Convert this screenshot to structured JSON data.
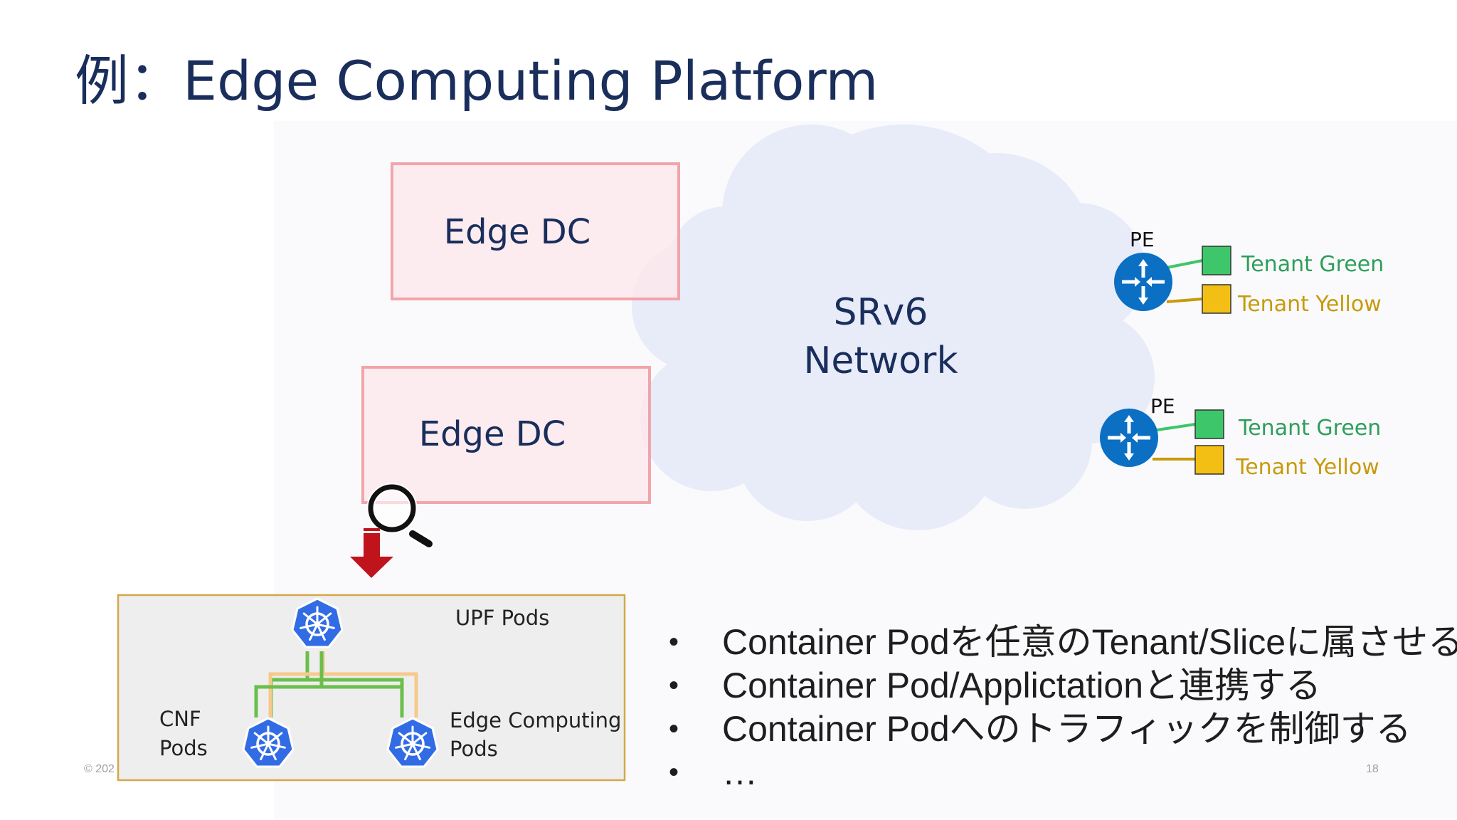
{
  "slide": {
    "title": "例：Edge Computing Platform",
    "footer_copyright": "© 202",
    "page_number": "18"
  },
  "diagram": {
    "network_label_line1": "SRv6",
    "network_label_line2": "Network",
    "edge_dc_top": "Edge DC",
    "edge_dc_bottom": "Edge DC",
    "pe_top": {
      "label": "PE",
      "tenant_green": "Tenant Green",
      "tenant_yellow": "Tenant Yellow"
    },
    "pe_bottom": {
      "label": "PE",
      "tenant_green": "Tenant Green",
      "tenant_yellow": "Tenant Yellow"
    },
    "pods": {
      "upf": "UPF Pods",
      "cnf_line1": "CNF",
      "cnf_line2": "Pods",
      "edge_line1": "Edge Computing",
      "edge_line2": "Pods"
    },
    "colors": {
      "edge_dc_fill": "#fde8ec",
      "edge_dc_border": "#f1a5ab",
      "cloud": "#e8ecf8",
      "router": "#0b6fc3",
      "tenant_green": "#3ec66b",
      "tenant_yellow": "#f4bf14",
      "green_text": "#2e9e5b",
      "yellow_text": "#c79a0a",
      "kubernetes": "#326ce5",
      "arrow_red": "#c0141c"
    }
  },
  "bullets": [
    "Container Podを任意のTenant/Sliceに属させる",
    "Container Pod/Applictationと連携する",
    "Container Podへのトラフィックを制御する",
    "…"
  ]
}
